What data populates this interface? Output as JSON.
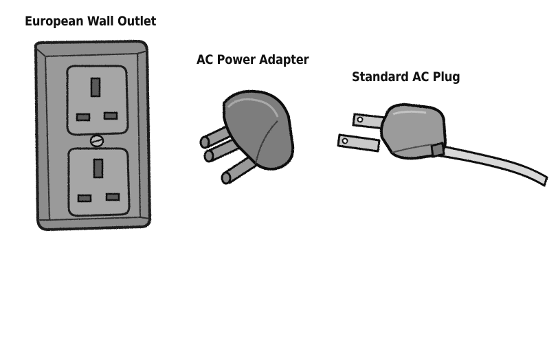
{
  "labels": {
    "outlet": "European Wall Outlet",
    "adapter": "AC Power Adapter",
    "plug": "Standard AC Plug"
  },
  "colors": {
    "ink": "#1a1a1a",
    "plate_fill": "#8c8c8c",
    "plate_inner": "#9a9a9a",
    "socket_fill": "#a6a6a6",
    "adapter_fill": "#7d7d7d",
    "plug_fill": "#9b9b9b",
    "prong_fill": "#c9c9c9",
    "cord_fill": "#d8d8d8"
  }
}
